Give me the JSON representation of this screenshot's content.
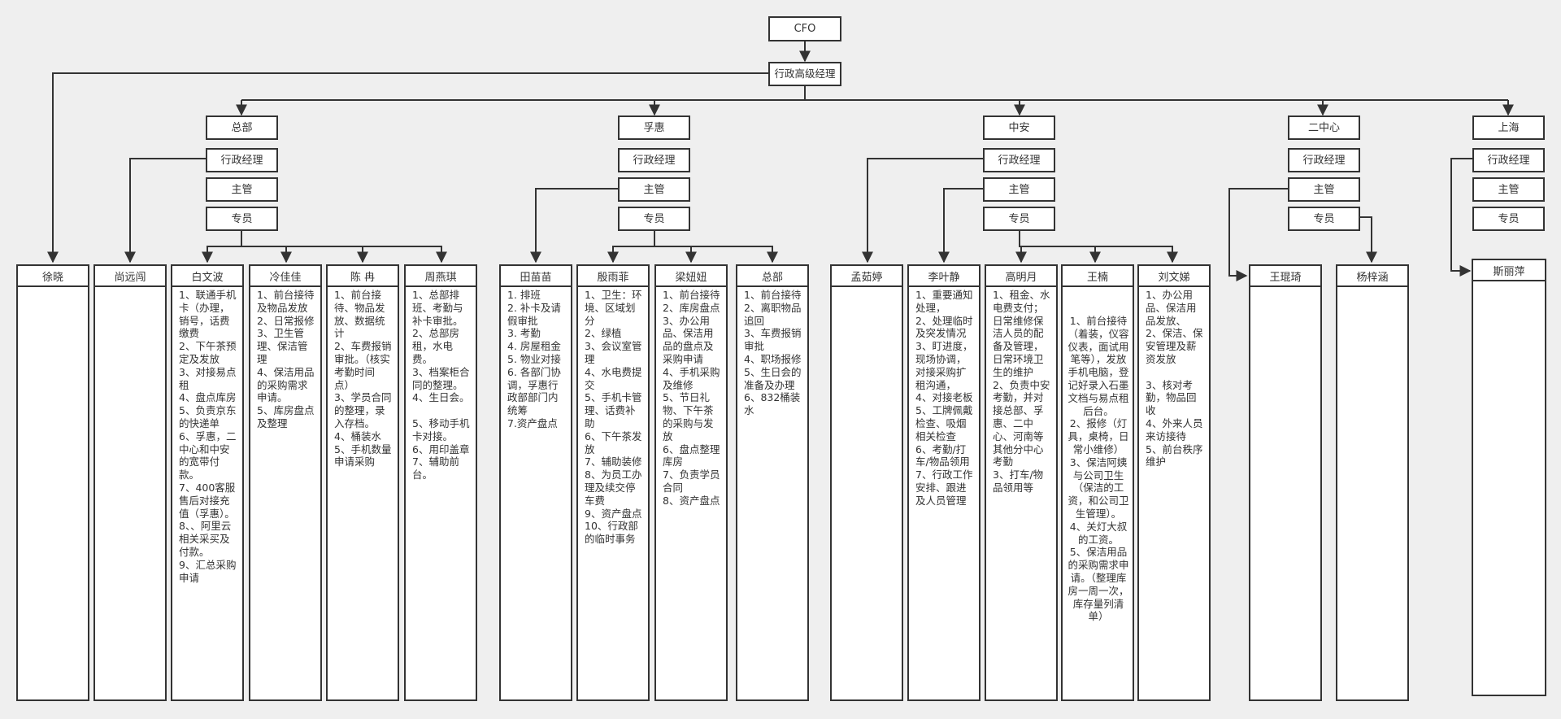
{
  "top": {
    "cfo": "CFO",
    "senior_manager": "行政高级经理"
  },
  "branches": [
    {
      "name": "总部",
      "roles": [
        "行政经理",
        "主管",
        "专员"
      ]
    },
    {
      "name": "孚惠",
      "roles": [
        "行政经理",
        "主管",
        "专员"
      ]
    },
    {
      "name": "中安",
      "roles": [
        "行政经理",
        "主管",
        "专员"
      ]
    },
    {
      "name": "二中心",
      "roles": [
        "行政经理",
        "主管",
        "专员"
      ]
    },
    {
      "name": "上海",
      "roles": [
        "行政经理",
        "主管",
        "专员"
      ]
    }
  ],
  "staff": [
    {
      "name": "徐晓",
      "duties": ""
    },
    {
      "name": "尚远闯",
      "duties": ""
    },
    {
      "name": "白文波",
      "duties": "1、联通手机卡（办理，销号，话费缴费\n2、下午茶预定及发放\n3、对接易点租\n4、盘点库房\n5、负责京东的快递单\n6、孚惠，二中心和中安的宽带付款。\n7、400客服售后对接充值（孚惠）。\n8、、阿里云相关采买及付款。\n9、汇总采购申请"
    },
    {
      "name": "冷佳佳",
      "duties": "1、前台接待及物品发放\n2、日常报修\n3、卫生管理、保洁管理\n4、保洁用品的采购需求申请。\n5、库房盘点及整理"
    },
    {
      "name": "陈 冉",
      "duties": "1、前台接待、物品发放、数据统计\n2、车费报销审批。（核实考勤时间点）\n3、学员合同的整理，录入存档。\n4、桶装水\n5、手机数量申请采购"
    },
    {
      "name": "周燕琪",
      "duties": "1、总部排班、考勤与补卡审批。\n2、总部房租，水电费。\n3、档案柜合同的整理。\n4、生日会。\n\n5、移动手机卡对接。\n6、用印盖章\n7、辅助前台。"
    },
    {
      "name": "田苗苗",
      "duties": "1. 排班\n2. 补卡及请假审批\n3. 考勤\n4. 房屋租金\n5. 物业对接\n6. 各部门协调，孚惠行政部部门内统筹\n7.资产盘点"
    },
    {
      "name": "殷雨菲",
      "duties": "1、卫生：环境、区域划分\n2、绿植\n3、会议室管理\n4、水电费提交\n5、手机卡管理、话费补助\n6、下午茶发放\n7、辅助装修\n8、为员工办理及续交停车费\n9、资产盘点\n10、行政部的临时事务"
    },
    {
      "name": "梁妞妞",
      "duties": "1、前台接待\n2、库房盘点\n3、办公用品、保洁用品的盘点及采购申请\n4、手机采购及维修\n5、节日礼物、下午茶的采购与发放\n6、盘点整理库房\n7、负责学员合同\n8、资产盘点"
    },
    {
      "name": "总部",
      "duties": "1、前台接待\n2、离职物品追回\n3、车费报销审批\n4、职场报修\n5、生日会的准备及办理\n6、832桶装水"
    },
    {
      "name": "孟茹婷",
      "duties": ""
    },
    {
      "name": "李叶静",
      "duties": "1、重要通知处理，\n2、处理临时及突发情况\n3、盯进度，现场协调，对接采购扩租沟通，\n4、对接老板\n5、工牌佩戴检查、吸烟相关检查\n6、考勤/打车/物品领用\n7、行政工作安排、跟进及人员管理"
    },
    {
      "name": "高明月",
      "duties": "1、租金、水电费支付；日常维修保洁人员的配备及管理，日常环境卫生的维护\n2、负责中安考勤，并对接总部、孚惠、二中心、河南等其他分中心考勤\n3、打车/物品领用等"
    },
    {
      "name": "王楠",
      "duties": "1、前台接待（着装，仪容仪表，面试用笔等），发放手机电脑，登记好录入石墨文档与易点租后台。\n2、报修（灯具，桌椅，日常小维修）\n3、保洁阿姨与公司卫生（保洁的工资，和公司卫生管理）。\n4、关灯大叔的工资。\n5、保洁用品的采购需求申请。（整理库房一周一次，库存量列清单）"
    },
    {
      "name": "刘文娣",
      "duties": "1、办公用品、保洁用品发放、\n2、保洁、保安管理及薪资发放\n\n3、核对考勤，物品回收\n4、外来人员来访接待\n5、前台秩序维护"
    },
    {
      "name": "王琨琦",
      "duties": ""
    },
    {
      "name": "杨梓涵",
      "duties": ""
    },
    {
      "name": "斯丽萍",
      "duties": ""
    }
  ],
  "colors": {
    "line": "#333333",
    "background": "#efefef",
    "box": "#ffffff"
  }
}
